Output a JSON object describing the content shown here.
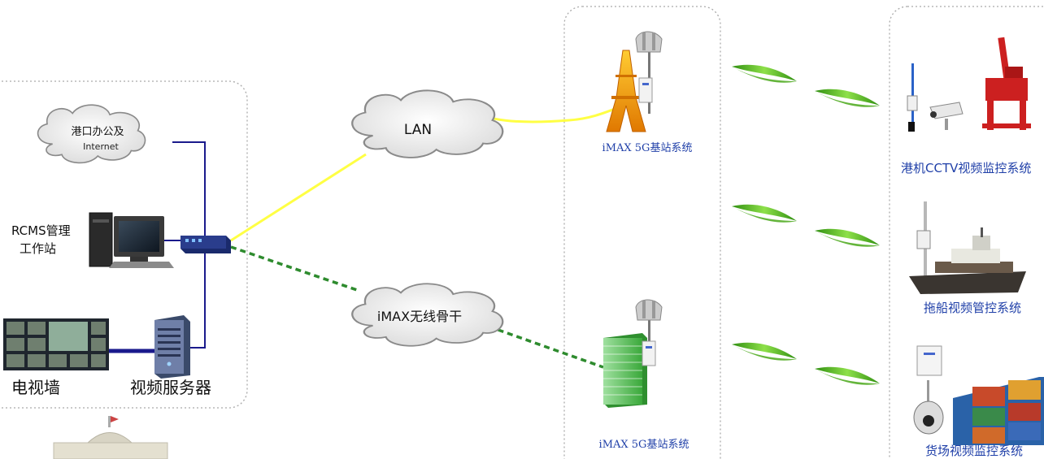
{
  "clouds": {
    "office": "港口办公及",
    "office_sub": "Internet",
    "lan": "LAN",
    "backbone": "iMAX无线骨干"
  },
  "left": {
    "rcms_line1": "RCMS管理",
    "rcms_line2": "工作站",
    "tv_wall": "电视墙",
    "video_server": "视频服务器"
  },
  "middle": {
    "base_station_top": "iMAX  5G基站系统",
    "base_station_bottom": "iMAX  5G基站系统"
  },
  "right": {
    "crane_cctv": "港机CCTV视频监控系统",
    "tugboat": "拖船视频管控系统",
    "yard": "货场视频监控系统"
  },
  "colors": {
    "lan_link": "#ffff44",
    "wireless_link": "#2e8b2e",
    "wired_link": "#1a1a8c",
    "label_blue": "#1f3fa8",
    "cloud_fill": "#eeeeee",
    "panel_border": "#aaaaaa",
    "signal_green": "#5cc21e"
  }
}
